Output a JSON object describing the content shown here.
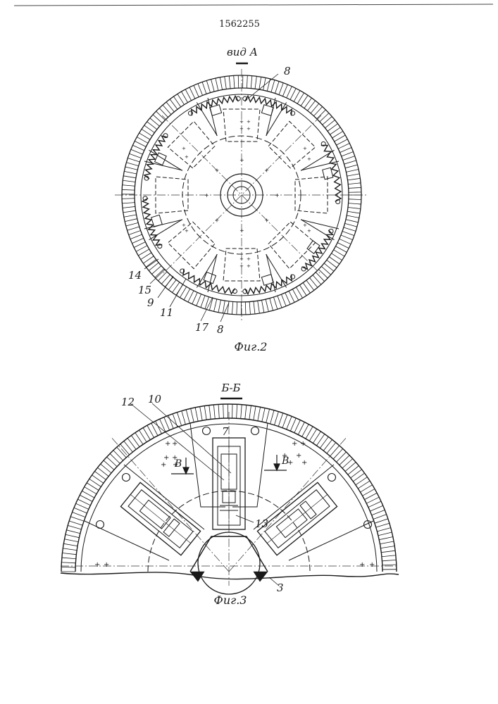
{
  "document": {
    "number": "1562255"
  },
  "fig2": {
    "view_label": "вид А",
    "caption": "Фиг.2",
    "callouts": {
      "c8_top": "8",
      "c8_bottom": "8",
      "c14": "14",
      "c15": "15",
      "c9": "9",
      "c11": "11",
      "c17": "17"
    }
  },
  "fig3": {
    "section_label": "Б-Б",
    "caption": "Фиг.3",
    "callouts": {
      "c12": "12",
      "c10": "10",
      "c7": "7",
      "c13": "13",
      "c3": "3",
      "cB_left": "В",
      "cB_right": "В"
    }
  }
}
